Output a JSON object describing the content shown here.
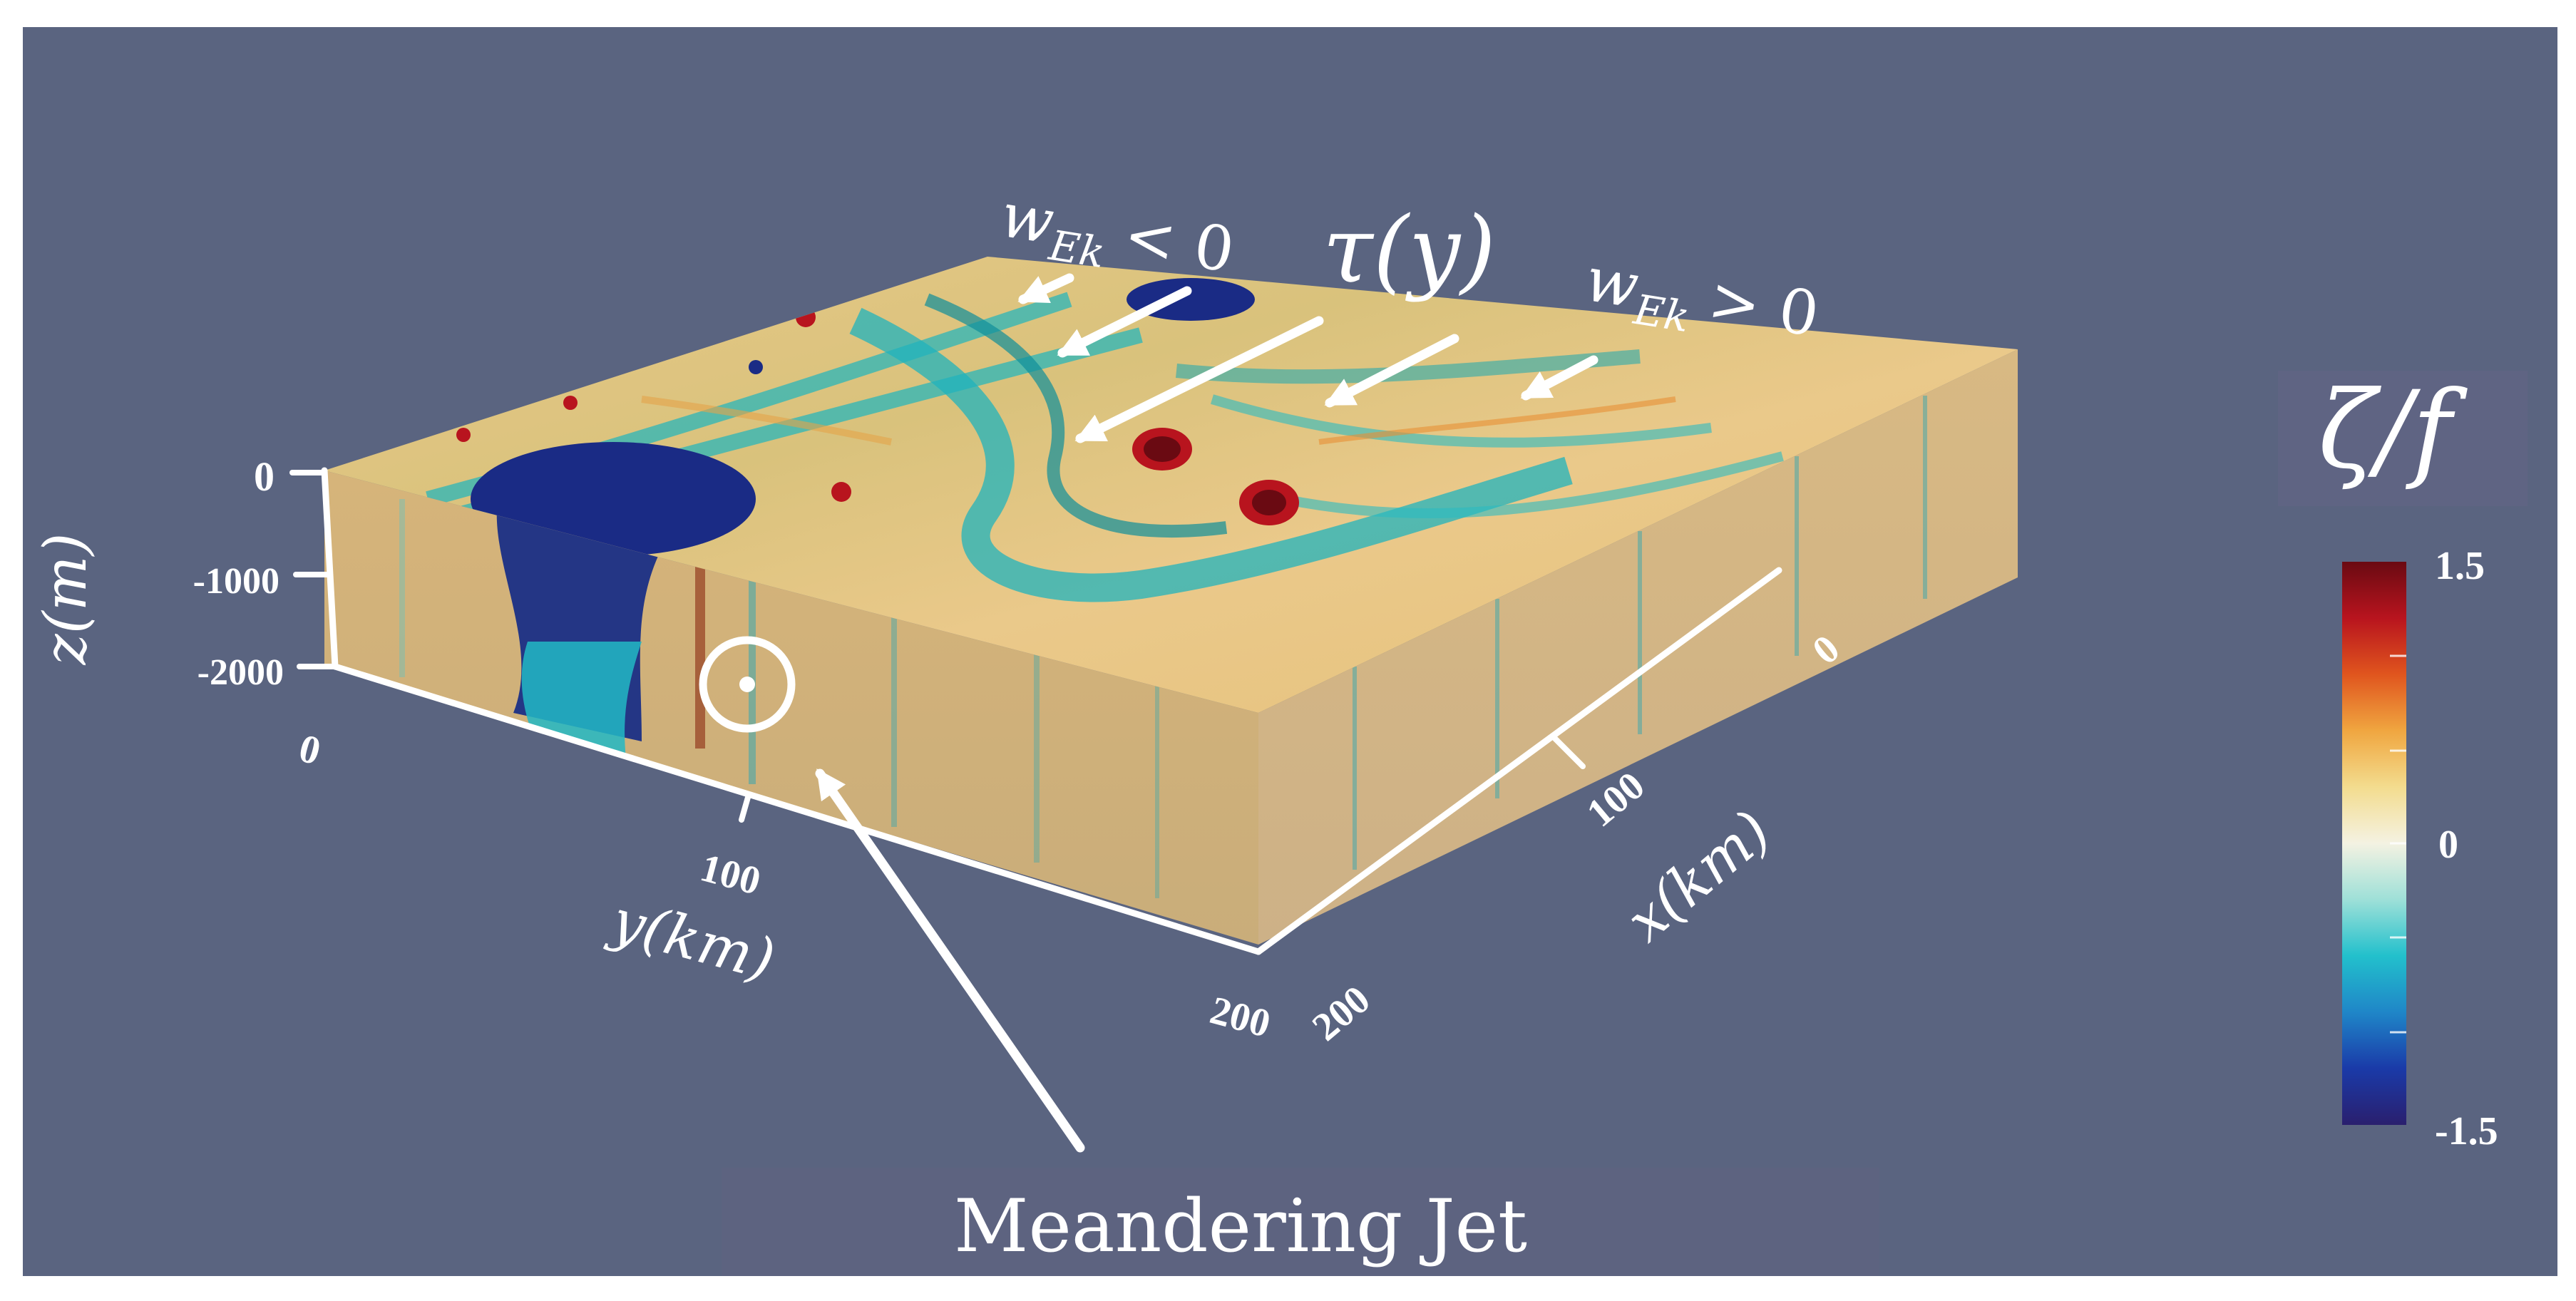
{
  "colors": {
    "background": "#5a6480",
    "annotation": "#ffffff",
    "colorbar_stops": [
      "#2a1f6e",
      "#1a3aa8",
      "#1f86c8",
      "#22c0cc",
      "#9ee0d8",
      "#f4f2e2",
      "#f3dc8e",
      "#f0a640",
      "#e0551e",
      "#b8141e",
      "#6a0a12"
    ]
  },
  "axes": {
    "z": {
      "label": "z(m)",
      "ticks": [
        "0",
        "-1000",
        "-2000"
      ]
    },
    "y": {
      "label": "y(km)",
      "ticks": [
        "0",
        "100",
        "200"
      ]
    },
    "x": {
      "label": "x(km)",
      "ticks": [
        "0",
        "100",
        "200"
      ]
    }
  },
  "annotations": {
    "w_neg": {
      "base": "w",
      "sub": "Ek",
      "rel": "< 0"
    },
    "w_pos": {
      "base": "w",
      "sub": "Ek",
      "rel": "> 0"
    },
    "tau": "τ(y)",
    "jet_label": "Meandering Jet"
  },
  "colorbar": {
    "title": "ζ/f",
    "max": "1.5",
    "mid": "0",
    "min": "-1.5"
  }
}
